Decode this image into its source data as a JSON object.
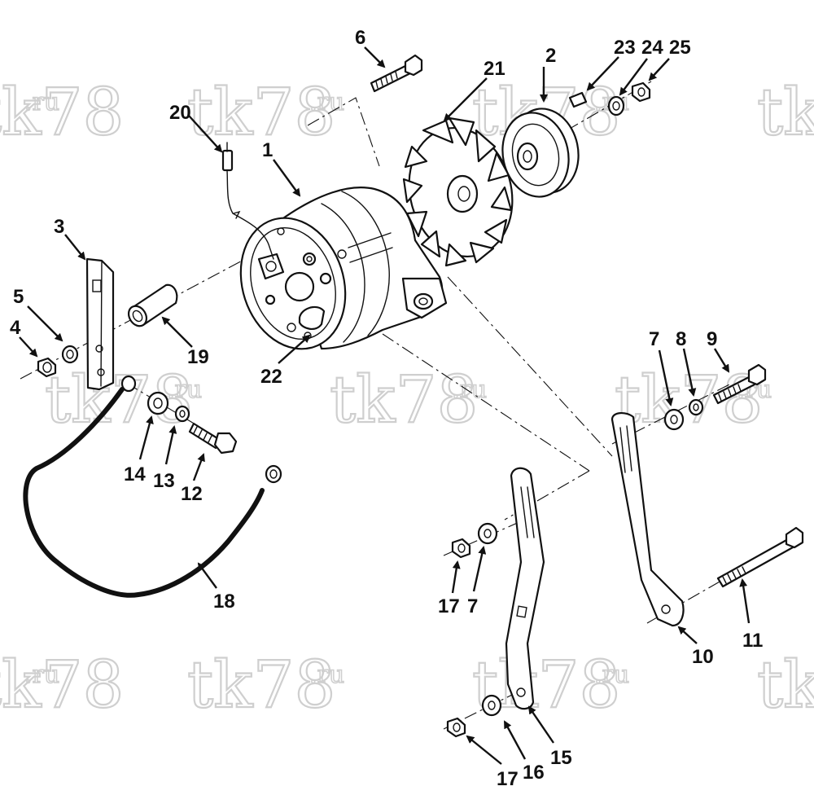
{
  "watermark": {
    "main": "tk78",
    "suffix": ".ru"
  },
  "callouts": [
    {
      "id": "p1",
      "label": "1"
    },
    {
      "id": "p2",
      "label": "2"
    },
    {
      "id": "p3",
      "label": "3"
    },
    {
      "id": "p4",
      "label": "4"
    },
    {
      "id": "p5",
      "label": "5"
    },
    {
      "id": "p6",
      "label": "6"
    },
    {
      "id": "p7a",
      "label": "7"
    },
    {
      "id": "p7b",
      "label": "7"
    },
    {
      "id": "p8",
      "label": "8"
    },
    {
      "id": "p9",
      "label": "9"
    },
    {
      "id": "p10",
      "label": "10"
    },
    {
      "id": "p11",
      "label": "11"
    },
    {
      "id": "p12",
      "label": "12"
    },
    {
      "id": "p13",
      "label": "13"
    },
    {
      "id": "p14",
      "label": "14"
    },
    {
      "id": "p15",
      "label": "15"
    },
    {
      "id": "p16",
      "label": "16"
    },
    {
      "id": "p17a",
      "label": "17"
    },
    {
      "id": "p17b",
      "label": "17"
    },
    {
      "id": "p18",
      "label": "18"
    },
    {
      "id": "p19",
      "label": "19"
    },
    {
      "id": "p20",
      "label": "20"
    },
    {
      "id": "p21",
      "label": "21"
    },
    {
      "id": "p22",
      "label": "22"
    },
    {
      "id": "p23",
      "label": "23"
    },
    {
      "id": "p24",
      "label": "24"
    },
    {
      "id": "p25",
      "label": "25"
    }
  ]
}
